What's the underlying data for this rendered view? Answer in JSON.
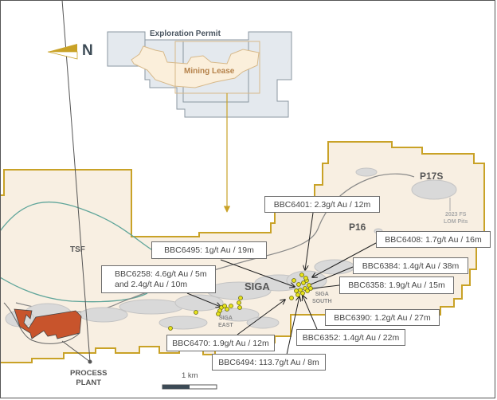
{
  "north_arrow": {
    "label": "N"
  },
  "inset": {
    "exploration_permit": "Exploration Permit",
    "mining_lease": "Mining Lease"
  },
  "areas": {
    "tsf": "TSF",
    "siga": "SIGA",
    "siga_east": [
      "SIGA",
      "EAST"
    ],
    "siga_south": [
      "SIGA",
      "SOUTH"
    ],
    "p16": "P16",
    "p17s": "P17S",
    "lom_pits": [
      "2023 FS",
      "LOM Pits"
    ],
    "process_plant": [
      "PROCESS",
      "PLANT"
    ]
  },
  "scale_bar": {
    "label": "1 km"
  },
  "drill_results": [
    {
      "id": "BBC6401",
      "text": "BBC6401: 2.3g/t Au / 12m"
    },
    {
      "id": "BBC6495",
      "text": "BBC6495: 1g/t Au / 19m"
    },
    {
      "id": "BBC6258",
      "text": "BBC6258: 4.6g/t Au / 5m",
      "text2": "and 2.4g/t Au / 10m"
    },
    {
      "id": "BBC6408",
      "text": "BBC6408: 1.7g/t Au / 16m"
    },
    {
      "id": "BBC6384",
      "text": "BBC6384: 1.4g/t Au / 38m"
    },
    {
      "id": "BBC6358",
      "text": "BBC6358: 1.9g/t Au / 15m"
    },
    {
      "id": "BBC6390",
      "text": "BBC6390: 1.2g/t Au / 27m"
    },
    {
      "id": "BBC6352",
      "text": "BBC6352: 1.4g/t Au / 22m"
    },
    {
      "id": "BBC6470",
      "text": "BBC6470: 1.9g/t Au / 12m"
    },
    {
      "id": "BBC6494",
      "text": "BBC6494: 113.7g/t Au / 8m"
    }
  ],
  "colors": {
    "lease_fill": "#f8efe2",
    "lease_border": "#c9a227",
    "permit_fill": "#e4e9ee",
    "plant": "#c8542c",
    "drill": "#e6e21a",
    "tsf_line": "#5fa59a"
  }
}
